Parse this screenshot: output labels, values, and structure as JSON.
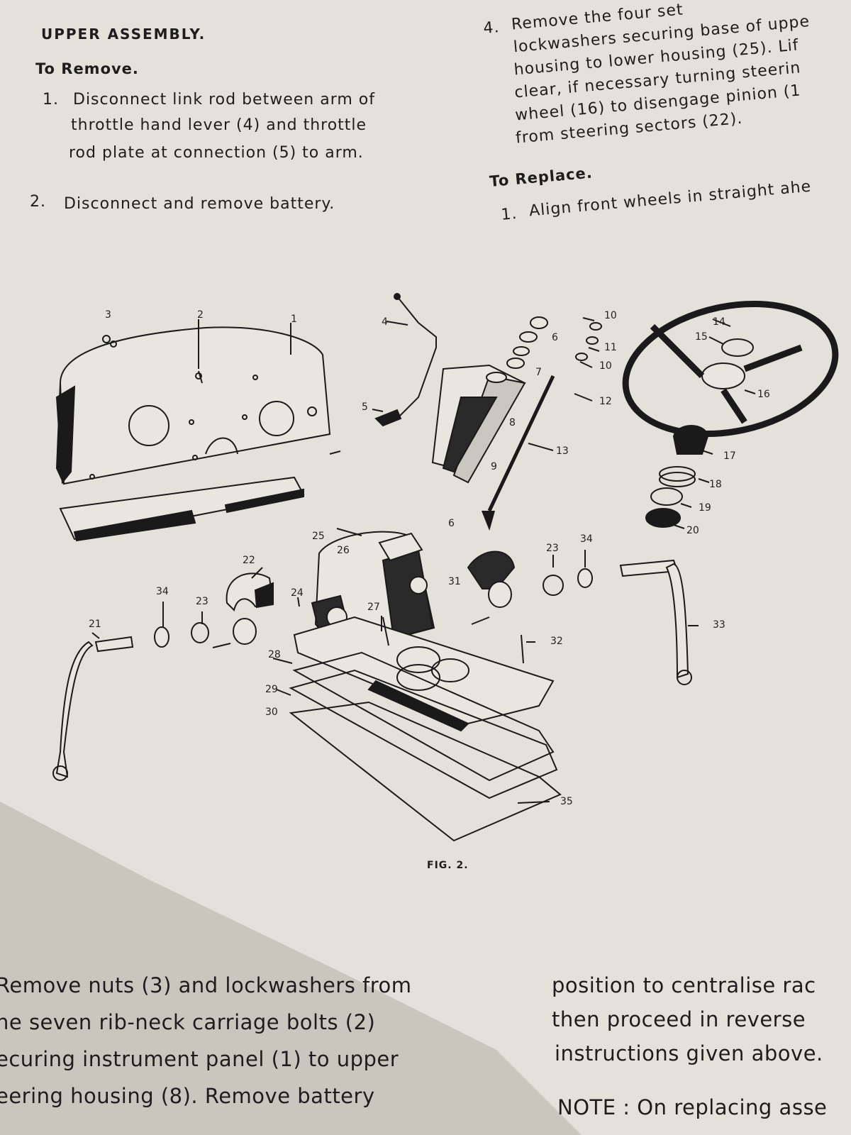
{
  "left_column": {
    "heading": "UPPER ASSEMBLY.",
    "subheading": "To Remove.",
    "step1_number": "1.",
    "step1_lines": [
      "Disconnect link rod between arm of",
      "throttle hand lever (4) and throttle",
      "rod plate at connection (5) to arm."
    ],
    "step2_number": "2.",
    "step2_text": "Disconnect and remove battery."
  },
  "right_column": {
    "step4_number": "4.",
    "step4_lines": [
      "Remove the four set",
      "lockwashers securing base of uppe",
      "housing to lower housing (25).  Lif",
      "clear, if necessary turning steerin",
      "wheel (16) to disengage pinion (1",
      "from steering sectors (22)."
    ],
    "subheading": "To Replace.",
    "step1_number": "1.",
    "step1_text": "Align front wheels in straight ahe"
  },
  "figure": {
    "caption": "FIG. 2.",
    "callouts": [
      "1",
      "2",
      "3",
      "4",
      "5",
      "6",
      "7",
      "8",
      "9",
      "10",
      "11",
      "10",
      "12",
      "13",
      "14",
      "15",
      "16",
      "17",
      "18",
      "19",
      "20",
      "21",
      "22",
      "23",
      "24",
      "25",
      "26",
      "27",
      "28",
      "29",
      "30",
      "31",
      "32",
      "33",
      "34",
      "23",
      "34",
      "6",
      "35"
    ]
  },
  "bottom_left_lines": [
    "Remove nuts (3) and lockwashers from",
    "he seven rib-neck carriage bolts (2)",
    "ecuring instrument panel (1) to upper",
    "eering housing (8).   Remove battery"
  ],
  "bottom_right_lines": [
    "position  to  centralise  rac",
    "then  proceed  in  reverse",
    "instructions  given  above.",
    "NOTE :  On replacing asse"
  ]
}
